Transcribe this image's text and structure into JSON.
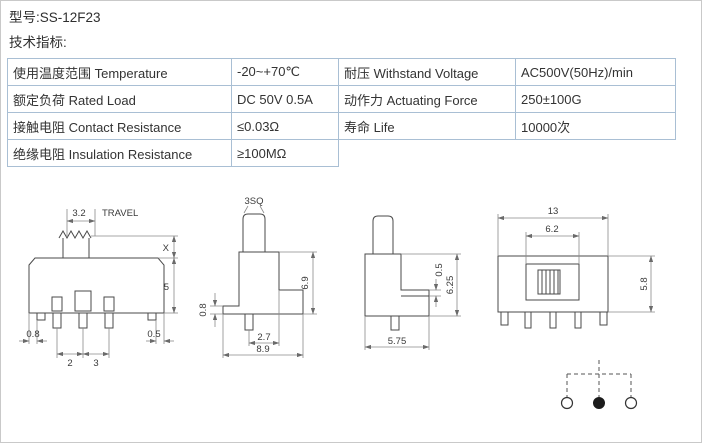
{
  "header": {
    "model": "型号:SS-12F23",
    "spec_title": "技术指标:"
  },
  "colors": {
    "table_border": "#a9bfd4",
    "text": "#333333",
    "drawing_line": "#4a4a4a"
  },
  "spec_table": {
    "rows": [
      {
        "p1": "使用温度范围 Temperature",
        "v1": "-20~+70℃",
        "p2": "耐压 Withstand Voltage",
        "v2": "AC500V(50Hz)/min"
      },
      {
        "p1": "额定负荷 Rated Load",
        "v1": "DC 50V 0.5A",
        "p2": "动作力 Actuating Force",
        "v2": "250±100G"
      },
      {
        "p1": "接触电阻 Contact Resistance",
        "v1": "≤0.03Ω",
        "p2": "寿命 Life",
        "v2": "10000次"
      },
      {
        "p1": "绝缘电阻 Insulation Resistance",
        "v1": "≥100MΩ",
        "p2": "",
        "v2": ""
      }
    ]
  },
  "drawings": {
    "front_view": {
      "travel_width": "3.2",
      "travel_label": "TRAVEL",
      "knob_height": "X",
      "body_height": "5",
      "left_offset": "0.8",
      "pin_pitch_a": "2",
      "pin_pitch_b": "3",
      "right_offset": "0.5"
    },
    "side_view_a": {
      "shaft": "3SQ",
      "tab": "0.8",
      "pin_to_edge": "2.7",
      "length": "8.9",
      "height": "6.9"
    },
    "side_view_b": {
      "plate": "0.5",
      "height": "6.25",
      "length": "5.75"
    },
    "rear_view": {
      "width": "13",
      "slot_width": "6.2",
      "height": "5.8"
    }
  }
}
